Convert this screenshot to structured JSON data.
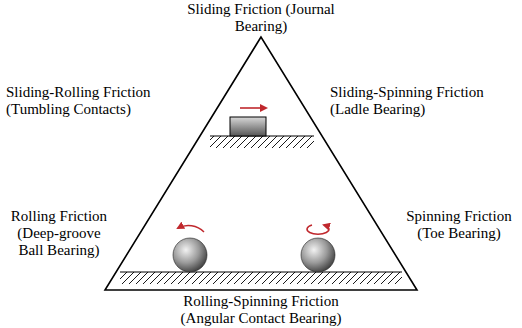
{
  "diagram": {
    "labels": [
      "Sliding Friction (Journal Bearing)",
      "Sliding-Rolling Friction (Tumbling Contacts)",
      "Sliding-Spinning Friction (Ladle Bearing)",
      "Rolling Friction (Deep-groove Ball Bearing)",
      "Spinning Friction (Toe Bearing)",
      "Rolling-Spinning Friction (Angular Contact Bearing)"
    ]
  }
}
